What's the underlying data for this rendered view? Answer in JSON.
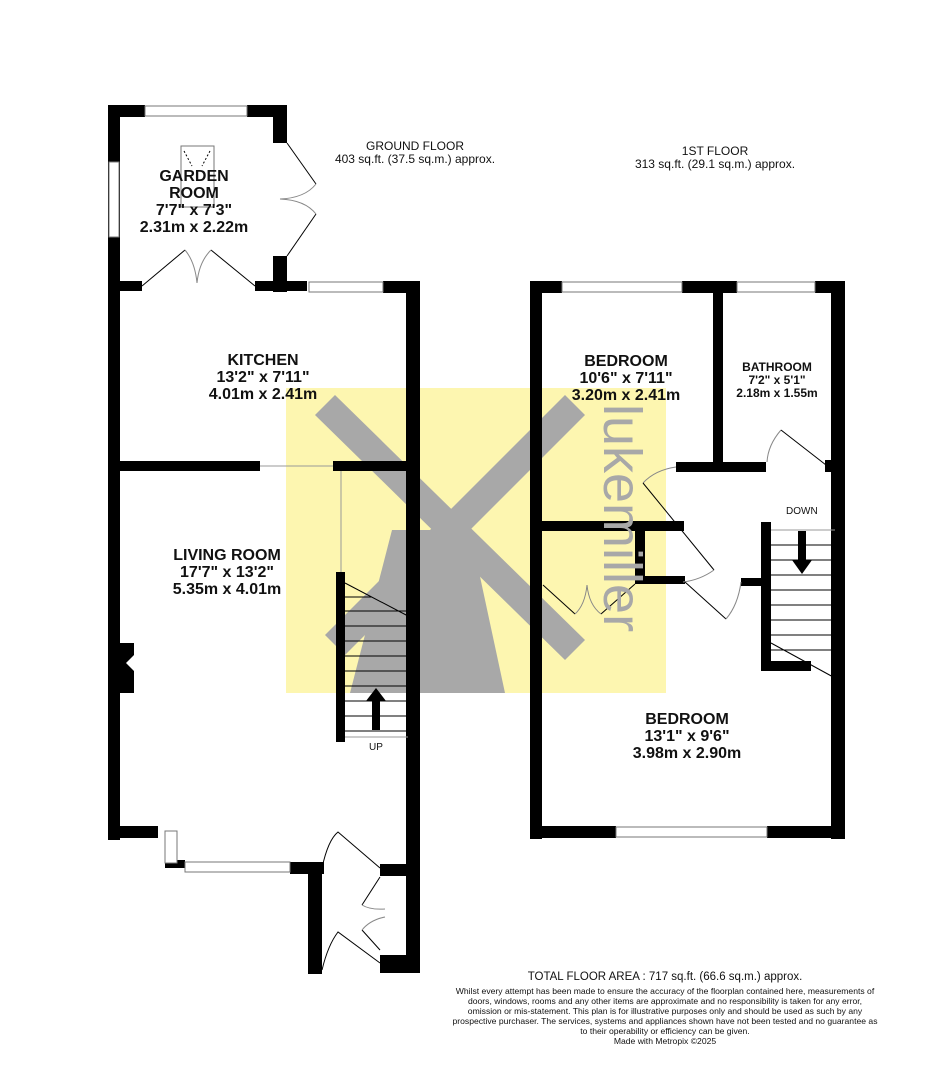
{
  "floors": {
    "ground": {
      "title": "GROUND FLOOR",
      "area": "403 sq.ft. (37.5 sq.m.) approx.",
      "rooms": [
        {
          "name": "GARDEN ROOM",
          "name_line1": "GARDEN",
          "name_line2": "ROOM",
          "imperial": "7'7\"  x 7'3\"",
          "metric": "2.31m  x 2.22m"
        },
        {
          "name": "KITCHEN",
          "imperial": "13'2\"  x 7'11\"",
          "metric": "4.01m  x 2.41m"
        },
        {
          "name": "LIVING ROOM",
          "imperial": "17'7\"  x 13'2\"",
          "metric": "5.35m  x 4.01m"
        }
      ],
      "stairs_label": "UP"
    },
    "first": {
      "title": "1ST FLOOR",
      "area": "313 sq.ft. (29.1 sq.m.) approx.",
      "rooms": [
        {
          "name": "BEDROOM",
          "imperial": "10'6\"  x 7'11\"",
          "metric": "3.20m  x 2.41m"
        },
        {
          "name": "BATHROOM",
          "imperial": "7'2\"  x 5'1\"",
          "metric": "2.18m  x 1.55m"
        },
        {
          "name": "BEDROOM",
          "imperial": "13'1\"  x 9'6\"",
          "metric": "3.98m  x 2.90m"
        }
      ],
      "stairs_label": "DOWN"
    }
  },
  "watermark": {
    "text": "lukemiller",
    "icon": "windmill-icon",
    "background_color": "#fdf6b0",
    "mark_color": "#a8a8a8"
  },
  "footer": {
    "total_area": "TOTAL FLOOR AREA : 717 sq.ft. (66.6 sq.m.) approx.",
    "disclaimer": "Whilst every attempt has been made to ensure the accuracy of the floorplan contained here, measurements of doors, windows, rooms and any other items are approximate and no responsibility is taken for any error, omission or mis-statement. This plan is for illustrative purposes only and should be used as such by any prospective purchaser. The services, systems and appliances shown have not been tested and no guarantee as to their operability or efficiency can be given.",
    "credit": "Made with Metropix ©2025"
  },
  "colors": {
    "wall": "#000000",
    "background": "#ffffff",
    "window_line": "#888888"
  }
}
